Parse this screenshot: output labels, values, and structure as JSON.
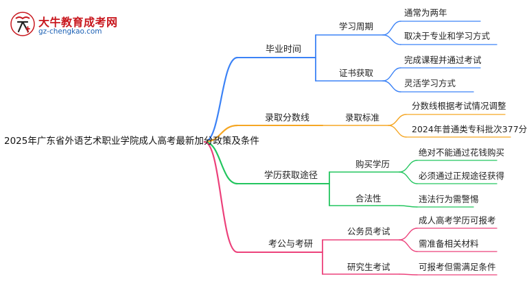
{
  "brand": {
    "title": "大牛教育成考网",
    "url": "gz-chengkao.com"
  },
  "mindmap": {
    "root": "2025年广东省外语艺术职业学院成人高考最新加分政策及条件",
    "branches": [
      {
        "label": "毕业时间",
        "color": "#3b82f6",
        "children": [
          {
            "label": "学习周期",
            "leaves": [
              "通常为两年",
              "取决于专业和学习方式"
            ]
          },
          {
            "label": "证书获取",
            "leaves": [
              "完成课程并通过考试",
              "灵活学习方式"
            ]
          }
        ]
      },
      {
        "label": "录取分数线",
        "color": "#f5a623",
        "children": [
          {
            "label": "录取标准",
            "leaves": [
              "分数线根据考试情况调整",
              "2024年普通类专科批次377分"
            ]
          }
        ]
      },
      {
        "label": "学历获取途径",
        "color": "#22c55e",
        "children": [
          {
            "label": "购买学历",
            "leaves": [
              "绝对不能通过花钱购买",
              "必须通过正规途径获得"
            ]
          },
          {
            "label": "合法性",
            "leaves": [
              "违法行为需警惕"
            ]
          }
        ]
      },
      {
        "label": "考公与考研",
        "color": "#ec407a",
        "children": [
          {
            "label": "公务员考试",
            "leaves": [
              "成人高考学历可报考",
              "需准备相关材料"
            ]
          },
          {
            "label": "研究生考试",
            "leaves": [
              "可报考但需满足条件"
            ]
          }
        ]
      }
    ]
  }
}
